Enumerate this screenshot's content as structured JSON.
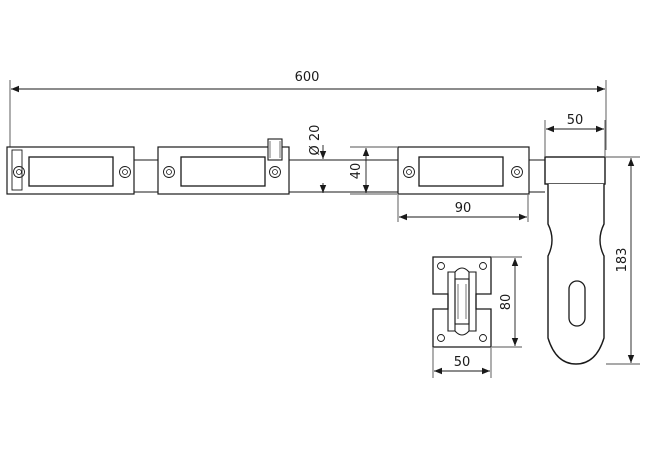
{
  "dimensions": {
    "overall_length": "600",
    "bolt_diameter": "Ø 20",
    "bar_height": "40",
    "bracket_width": "90",
    "hasp_width": "50",
    "hasp_height": "183",
    "keeper_height": "80",
    "keeper_width": "50"
  },
  "colors": {
    "line": "#1a1a1a",
    "fill": "#ffffff"
  }
}
